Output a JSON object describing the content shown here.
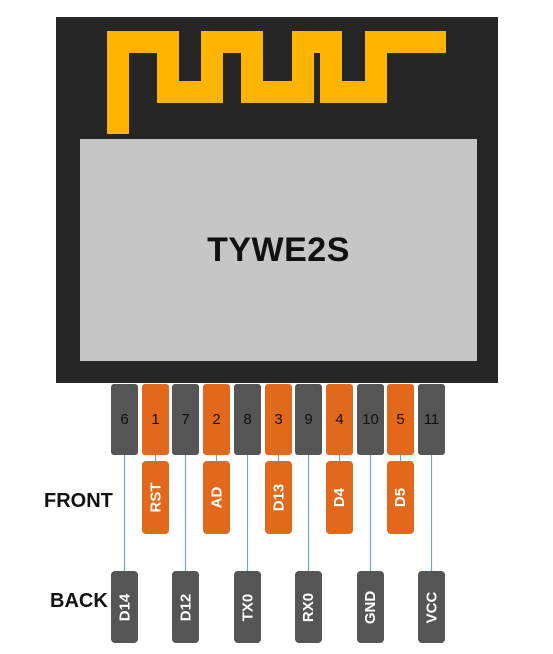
{
  "module": {
    "label": "TYWE2S",
    "board_color": "#262626",
    "chip_color": "#c6c6c6",
    "antenna_color": "#ffb400"
  },
  "colors": {
    "orange": "#e2691b",
    "gray": "#555555",
    "wire": "#6fa8c7"
  },
  "rows": {
    "front_title": "FRONT",
    "back_title": "BACK"
  },
  "pins": [
    {
      "number": "6",
      "color": "gray",
      "back": "D14"
    },
    {
      "number": "1",
      "color": "orange",
      "front": "RST"
    },
    {
      "number": "7",
      "color": "gray",
      "back": "D12"
    },
    {
      "number": "2",
      "color": "orange",
      "front": "AD"
    },
    {
      "number": "8",
      "color": "gray",
      "back": "TX0"
    },
    {
      "number": "3",
      "color": "orange",
      "front": "D13"
    },
    {
      "number": "9",
      "color": "gray",
      "back": "RX0"
    },
    {
      "number": "4",
      "color": "orange",
      "front": "D4"
    },
    {
      "number": "10",
      "color": "gray",
      "back": "GND"
    },
    {
      "number": "5",
      "color": "orange",
      "front": "D5"
    },
    {
      "number": "11",
      "color": "gray",
      "back": "VCC"
    }
  ]
}
